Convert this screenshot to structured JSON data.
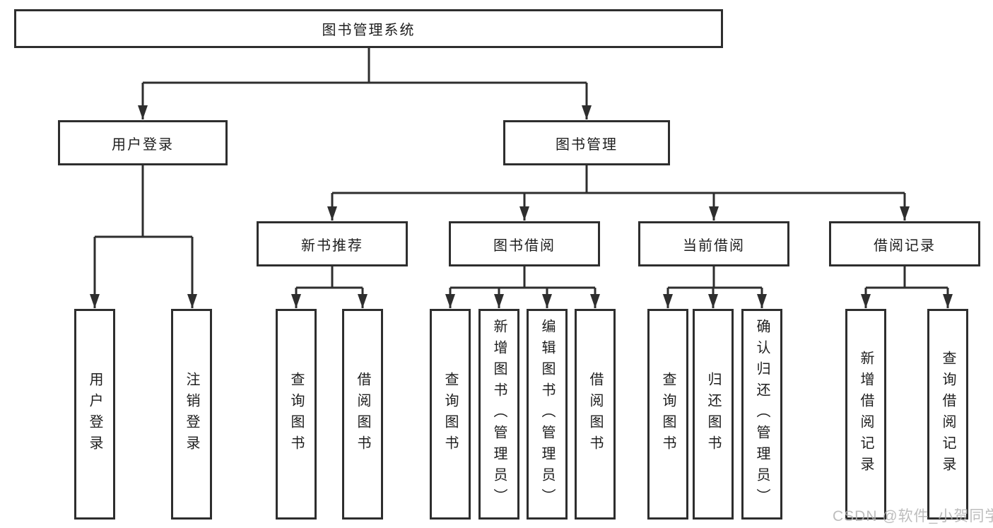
{
  "diagram": {
    "title": "图书管理系统",
    "level2": [
      {
        "label": "用户登录"
      },
      {
        "label": "图书管理"
      }
    ],
    "level3": [
      {
        "label": "新书推荐"
      },
      {
        "label": "图书借阅"
      },
      {
        "label": "当前借阅"
      },
      {
        "label": "借阅记录"
      }
    ],
    "leaves": [
      {
        "label": "用户登录"
      },
      {
        "label": "注销登录"
      },
      {
        "label": "查询图书"
      },
      {
        "label": "借阅图书"
      },
      {
        "label": "查询图书"
      },
      {
        "label": "新增图书（管理员）"
      },
      {
        "label": "编辑图书（管理员）"
      },
      {
        "label": "借阅图书"
      },
      {
        "label": "查询图书"
      },
      {
        "label": "归还图书"
      },
      {
        "label": "确认归还（管理员）"
      },
      {
        "label": "新增借阅记录"
      },
      {
        "label": "查询借阅记录"
      }
    ]
  },
  "watermark": "CSDN @软件_小贺同学",
  "colors": {
    "line": "#2e2e2e",
    "text": "#1e1e1e",
    "watermark": "#b2b2b2",
    "background": "#ffffff"
  }
}
